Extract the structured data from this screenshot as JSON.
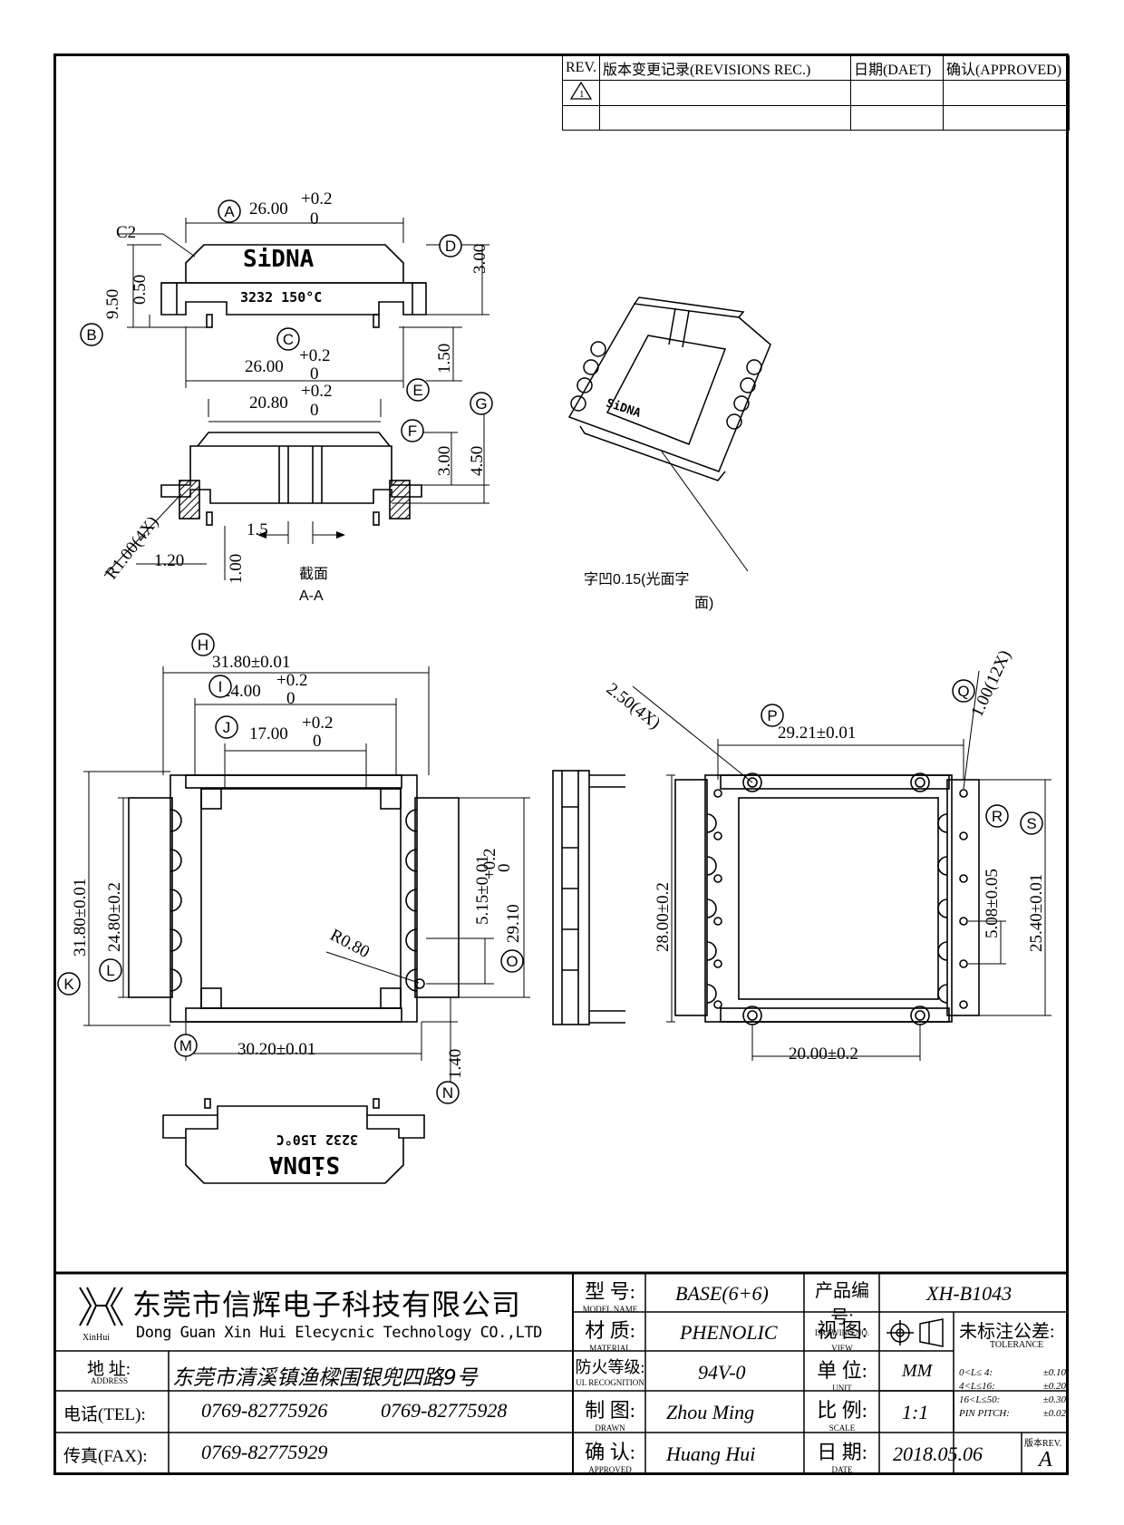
{
  "revisions": {
    "headers": {
      "rev": "REV.",
      "record": "版本变更记录(REVISIONS REC.)",
      "date": "日期(DAET)",
      "approved": "确认(APPROVED)"
    },
    "rows": [
      {
        "rev": "1"
      }
    ]
  },
  "dims": {
    "a": "26.00",
    "a_tol_up": "+0.2",
    "a_tol_dn": "0",
    "c2": "C2",
    "h950": "9.50",
    "h050": "0.50",
    "d300": "3.00",
    "c": "26.00",
    "c_tol_up": "+0.2",
    "c_tol_dn": "0",
    "e150": "1.50",
    "s2080": "20.80",
    "s2080_up": "+0.2",
    "s2080_dn": "0",
    "f300": "3.00",
    "g450": "4.50",
    "r100": "R1.00(4X)",
    "d15": "1.5",
    "d120": "1.20",
    "d100": "1.00",
    "h": "31.80±0.01",
    "i": "24.00",
    "i_up": "+0.2",
    "i_dn": "0",
    "j": "17.00",
    "j_up": "+0.2",
    "j_dn": "0",
    "k": "31.80±0.01",
    "l": "24.80±0.2",
    "d515": "5.15±0.01",
    "o": "29.10",
    "o_up": "+0.2",
    "o_dn": "0",
    "r080": "R0.80",
    "m": "30.20±0.01",
    "n140": "1.40",
    "p": "29.21±0.01",
    "d250": "2.50(4X)",
    "q": "1.00(12X)",
    "d2800": "28.00±0.2",
    "r508": "5.08±0.05",
    "s2540": "25.40±0.01",
    "d2000": "20.00±0.2"
  },
  "circle_labels": [
    "A",
    "B",
    "C",
    "D",
    "E",
    "F",
    "G",
    "H",
    "I",
    "J",
    "K",
    "L",
    "M",
    "N",
    "O",
    "P",
    "Q",
    "R",
    "S"
  ],
  "brand": {
    "logo": "SiDNA",
    "code": "3232  150°C"
  },
  "section": {
    "title": "截面",
    "sub": "A-A"
  },
  "note": {
    "line1": "字凹0.15(光面字",
    "line2": "面)"
  },
  "title_block": {
    "company_cn": "东莞市信辉电子科技有限公司",
    "company_en": "Dong Guan Xin Hui Elecycnic Technology CO.,LTD",
    "logo_text": "XinHui",
    "address_label": "地  址:",
    "address_label_en": "ADDRESS",
    "address": "东莞市清溪镇渔樑围银兜四路9号",
    "tel_label": "电话(TEL):",
    "tel1": "0769-82775926",
    "tel2": "0769-82775928",
    "fax_label": "传真(FAX):",
    "fax": "0769-82775929",
    "model_label": "型  号:",
    "model_label_en": "MODEL NAME",
    "model": "BASE(6+6)",
    "material_label": "材  质:",
    "material_label_en": "MATERIAL",
    "material": "PHENOLIC",
    "ul_label": "防火等级:",
    "ul_label_en": "UL RECOGNITION",
    "ul": "94V-0",
    "drawn_label": "制  图:",
    "drawn_label_en": "DRAWN",
    "drawn": "Zhou Ming",
    "approved_label": "确  认:",
    "approved_label_en": "APPROVED",
    "approved": "Huang Hui",
    "drawing_no_label": "产品编号:",
    "drawing_no_label_en": "DRAWING NO.",
    "drawing_no": "XH-B1043",
    "view_label": "视  图:",
    "view_label_en": "VIEW",
    "unit_label": "单  位:",
    "unit_label_en": "UNIT",
    "unit": "MM",
    "scale_label": "比  例:",
    "scale_label_en": "SCALE",
    "scale": "1:1",
    "date_label": "日  期:",
    "date_label_en": "DATE",
    "date": "2018.05.06",
    "tol_title": "未标注公差:",
    "tol_title_en": "TOLERANCE",
    "tol_rows": [
      {
        "range": "0<L≤ 4:",
        "val": "±0.10"
      },
      {
        "range": "4<L≤16:",
        "val": "±0.20"
      },
      {
        "range": "16<L≤50:",
        "val": "±0.30"
      },
      {
        "range": "PIN PITCH:",
        "val": "±0.02"
      }
    ],
    "rev_label": "版本REV.",
    "rev": "A"
  }
}
